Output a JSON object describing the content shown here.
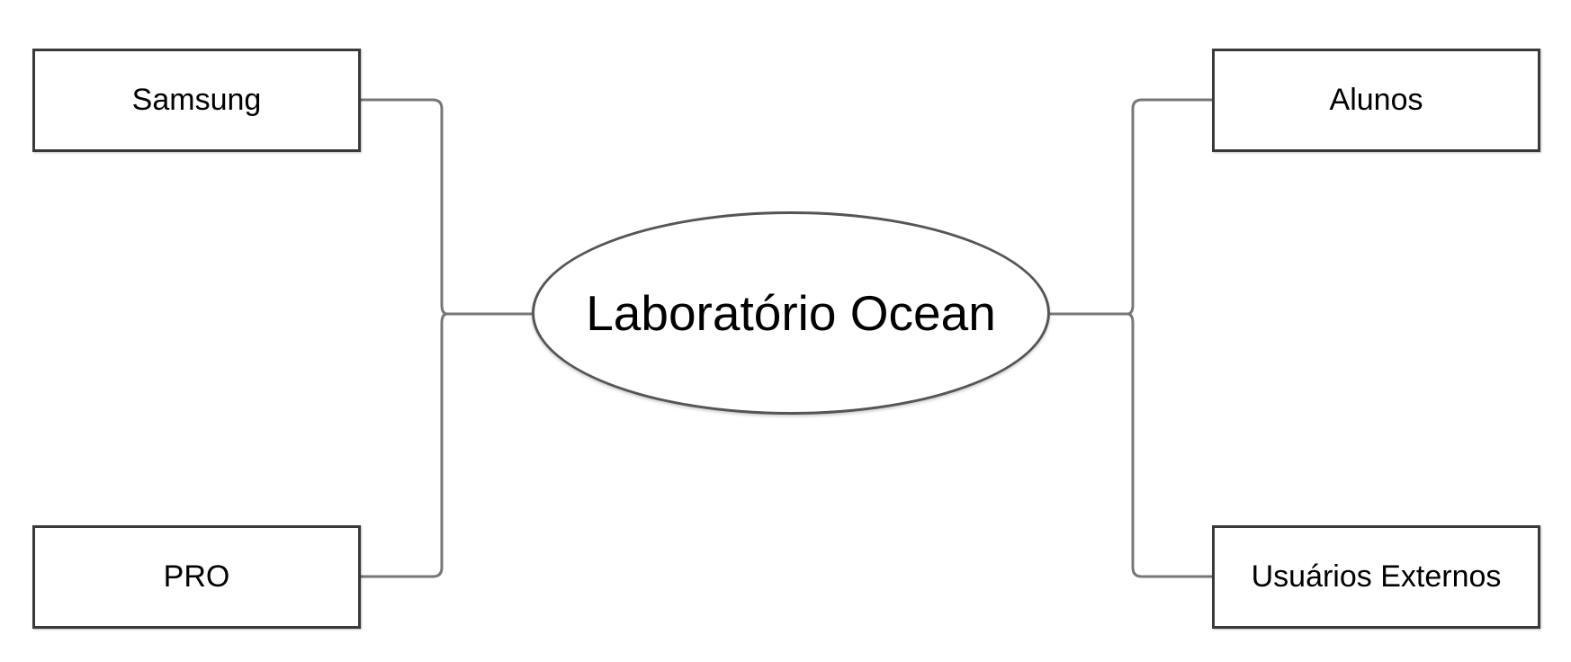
{
  "diagram": {
    "central": {
      "label": "Laboratório Ocean"
    },
    "left_nodes": [
      {
        "label": "Samsung"
      },
      {
        "label": "PRO"
      }
    ],
    "right_nodes": [
      {
        "label": "Alunos"
      },
      {
        "label": "Usuários Externos"
      }
    ],
    "colors": {
      "connector": "#777777",
      "node_border": "#3a3a3a",
      "central_border": "#555555",
      "background": "#ffffff"
    }
  }
}
